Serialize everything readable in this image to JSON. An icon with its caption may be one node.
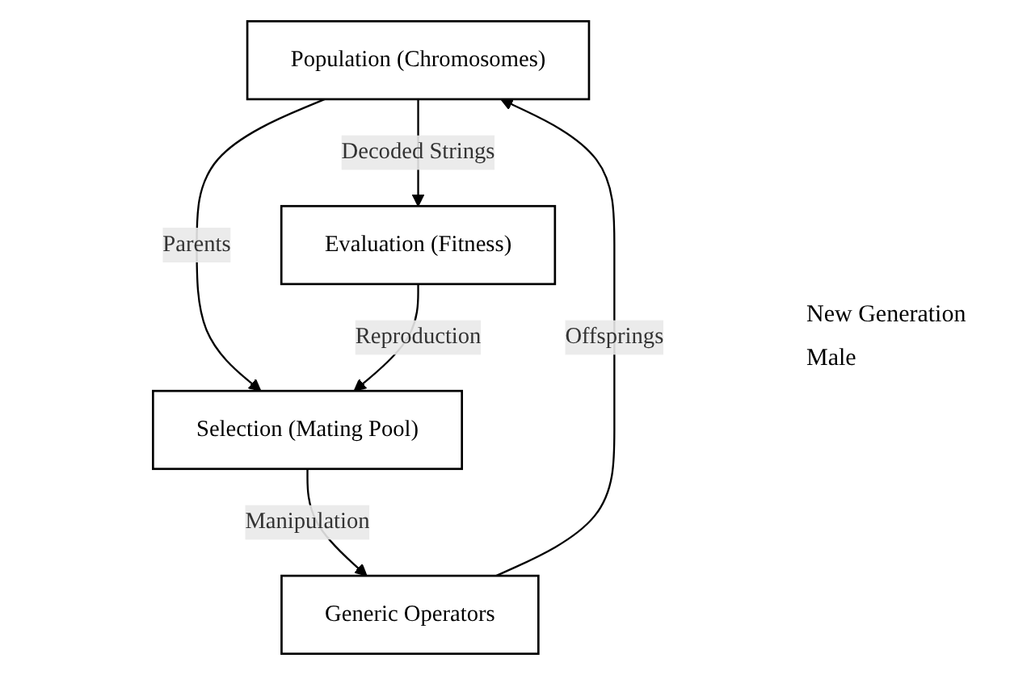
{
  "diagram": {
    "nodes": [
      {
        "text": [
          "Population (Chromosomes)"
        ]
      },
      {
        "text": [
          "Generic Operators"
        ]
      },
      {
        "text": [
          "Evaluation (Fitness)"
        ]
      },
      {
        "text": [
          "Selection (Mating Pool)"
        ]
      }
    ],
    "edges": [
      {
        "from": 1,
        "to": 0,
        "arrow": "to",
        "label": "Offsprings"
      },
      {
        "from": 0,
        "to": 2,
        "arrow": "to",
        "label": "Decoded Strings"
      },
      {
        "from": 0,
        "to": 3,
        "arrow": "to",
        "label": "Parents"
      },
      {
        "from": 2,
        "to": 3,
        "arrow": "to",
        "label": "Reproduction"
      },
      {
        "from": 3,
        "to": 1,
        "arrow": "to",
        "label": "Manipulation"
      }
    ],
    "labels": [
      "New Generation",
      "Male"
    ]
  }
}
